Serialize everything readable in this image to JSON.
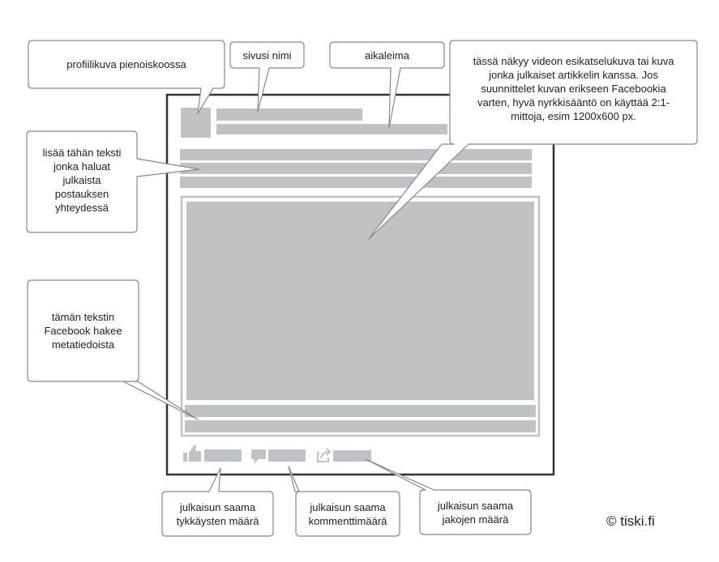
{
  "callouts": {
    "profile": "profiilikuva pienoiskoossa",
    "page_name": "sivusi nimi",
    "timestamp": "aikaleima",
    "image": "tässä näkyy videon esikatselukuva tai kuva\njonka julkaiset artikkelin kanssa. Jos\nsuunnittelet kuvan erikseen Facebookia\nvarten, hyvä nyrkkisääntö on käyttää 2:1-\nmittoja, esim 1200x600 px.",
    "post_text": "lisää tähän teksti\njonka haluat\njulkaista\npostauksen\nyhteydessä",
    "metadata": "tämän tekstin\nFacebook hakee\nmetatiedoista",
    "likes": "julkaisun saama\ntykkäysten määrä",
    "comments": "julkaisun saama\nkommenttimäärä",
    "shares": "julkaisun saama\njakojen määrä"
  },
  "copyright": "© tiski.fi",
  "icons": {
    "like": "thumbs-up-icon",
    "comment": "comment-bubble-icon",
    "share": "share-arrow-icon"
  },
  "colors": {
    "placeholder": "#bfc3c6",
    "frame": "#333333",
    "callout_border": "#888888"
  }
}
